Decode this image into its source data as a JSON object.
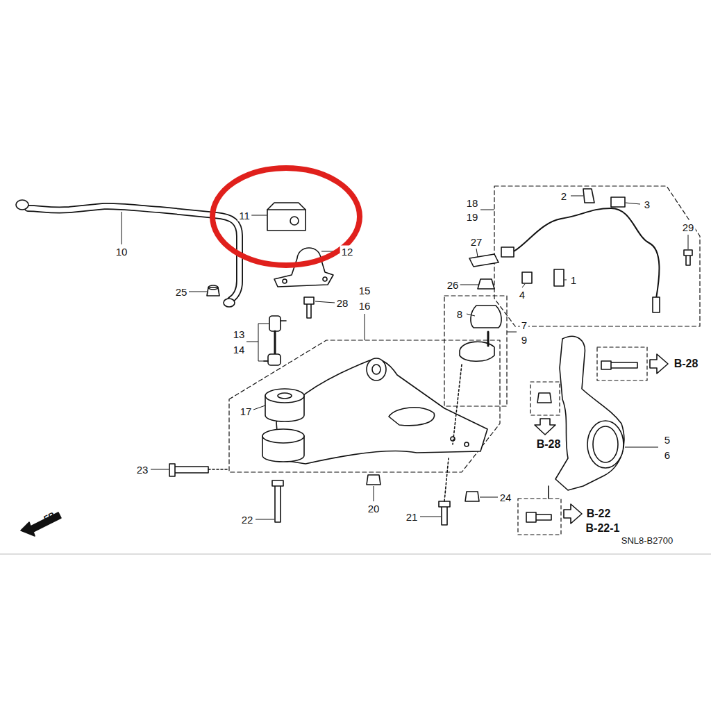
{
  "diagram": {
    "labels": [
      "11",
      "12",
      "10",
      "18",
      "19",
      "2",
      "3",
      "29",
      "27",
      "26",
      "1",
      "4",
      "25",
      "28",
      "15",
      "16",
      "13",
      "14",
      "8",
      "7",
      "9",
      "17",
      "5",
      "6",
      "B-28",
      "B-28",
      "23",
      "B-22",
      "B-22-1",
      "20",
      "24",
      "22",
      "21",
      "FR.",
      "SNL8-B2700"
    ]
  }
}
